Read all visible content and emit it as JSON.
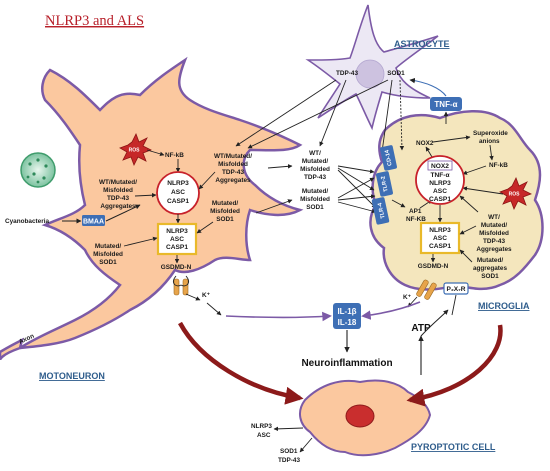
{
  "title": "NLRP3 and ALS",
  "cells": {
    "astrocyte": "ASTROCYTE",
    "microglia": "MICROGLIA",
    "motoneuron": "MOTONEURON",
    "pyroptotic": "PYROPTOTIC CELL"
  },
  "astrocyte": {
    "tdp43": "TDP-43",
    "sod1": "SOD1"
  },
  "cyanobacteria": {
    "label": "Cyanobacteria",
    "bmaa": "BMAA"
  },
  "motoneuron": {
    "ros": "ROS",
    "nfkb": "NF-kB",
    "aggregates_left": [
      "WT/Mutated/",
      "Misfolded",
      "TDP-43",
      "Aggregates"
    ],
    "aggregates_right": [
      "WT/Mutated/",
      "Misfolded",
      "TDP-43",
      "Aggregates"
    ],
    "inflammasome_circle": [
      "NLRP3",
      "ASC",
      "CASP1"
    ],
    "inflammasome_box": [
      "NLRP3",
      "ASC",
      "CASP1"
    ],
    "sod1_left": [
      "Mutated/",
      "Misfolded",
      "SOD1"
    ],
    "sod1_right": [
      "Mutated/",
      "Misfolded",
      "SOD1"
    ],
    "gsdmd": "GSDMD-N",
    "k": "K⁺",
    "axon": "Axon"
  },
  "middle": {
    "tdp43": [
      "WT/",
      "Mutated/",
      "Misfolded",
      "TDP-43"
    ],
    "sod1": [
      "Mutated/",
      "Misfolded",
      "SOD1"
    ]
  },
  "microglia": {
    "tnfa": "TNF-α",
    "receptors": [
      "TLR-4",
      "TLR-2",
      "CD-14"
    ],
    "ap1": "AP1",
    "nfkb_left": "NF-KB",
    "nox2": "NOX2",
    "superoxide": [
      "Superoxide",
      "anions"
    ],
    "nfkb_right": "NF-kB",
    "ros": "ROS",
    "complex": [
      "NOX2",
      "TNF-α",
      "NLRP3",
      "ASC",
      "CASP1"
    ],
    "inflammasome_box": [
      "NLRP3",
      "ASC",
      "CASP1"
    ],
    "aggregates": [
      "WT/",
      "Mutated/",
      "Misfolded",
      "TDP-43",
      "Aggregates"
    ],
    "sod1": [
      "Mutated/",
      "aggregates",
      "SOD1"
    ],
    "gsdmd": "GSDMD-N",
    "p2x7r": "P₂X₇R",
    "k": "K⁺"
  },
  "center": {
    "il1b": "IL-1β",
    "il18": "IL-18",
    "neuroinflammation": "Neuroinflammation",
    "atp": "ATP"
  },
  "pyroptotic": {
    "nlrp3": "NLRP3",
    "asc": "ASC",
    "sod1": "SOD1",
    "tdp43": "TDP-43"
  },
  "colors": {
    "neuron_fill": "#fbc89f",
    "neuron_stroke": "#7c5aa6",
    "astrocyte_fill": "#ece8f4",
    "microglia_fill": "#f4e6bd",
    "dark_red": "#8c1a1a",
    "blue": "#3e6fb5",
    "yellow": "#e9b92a"
  }
}
